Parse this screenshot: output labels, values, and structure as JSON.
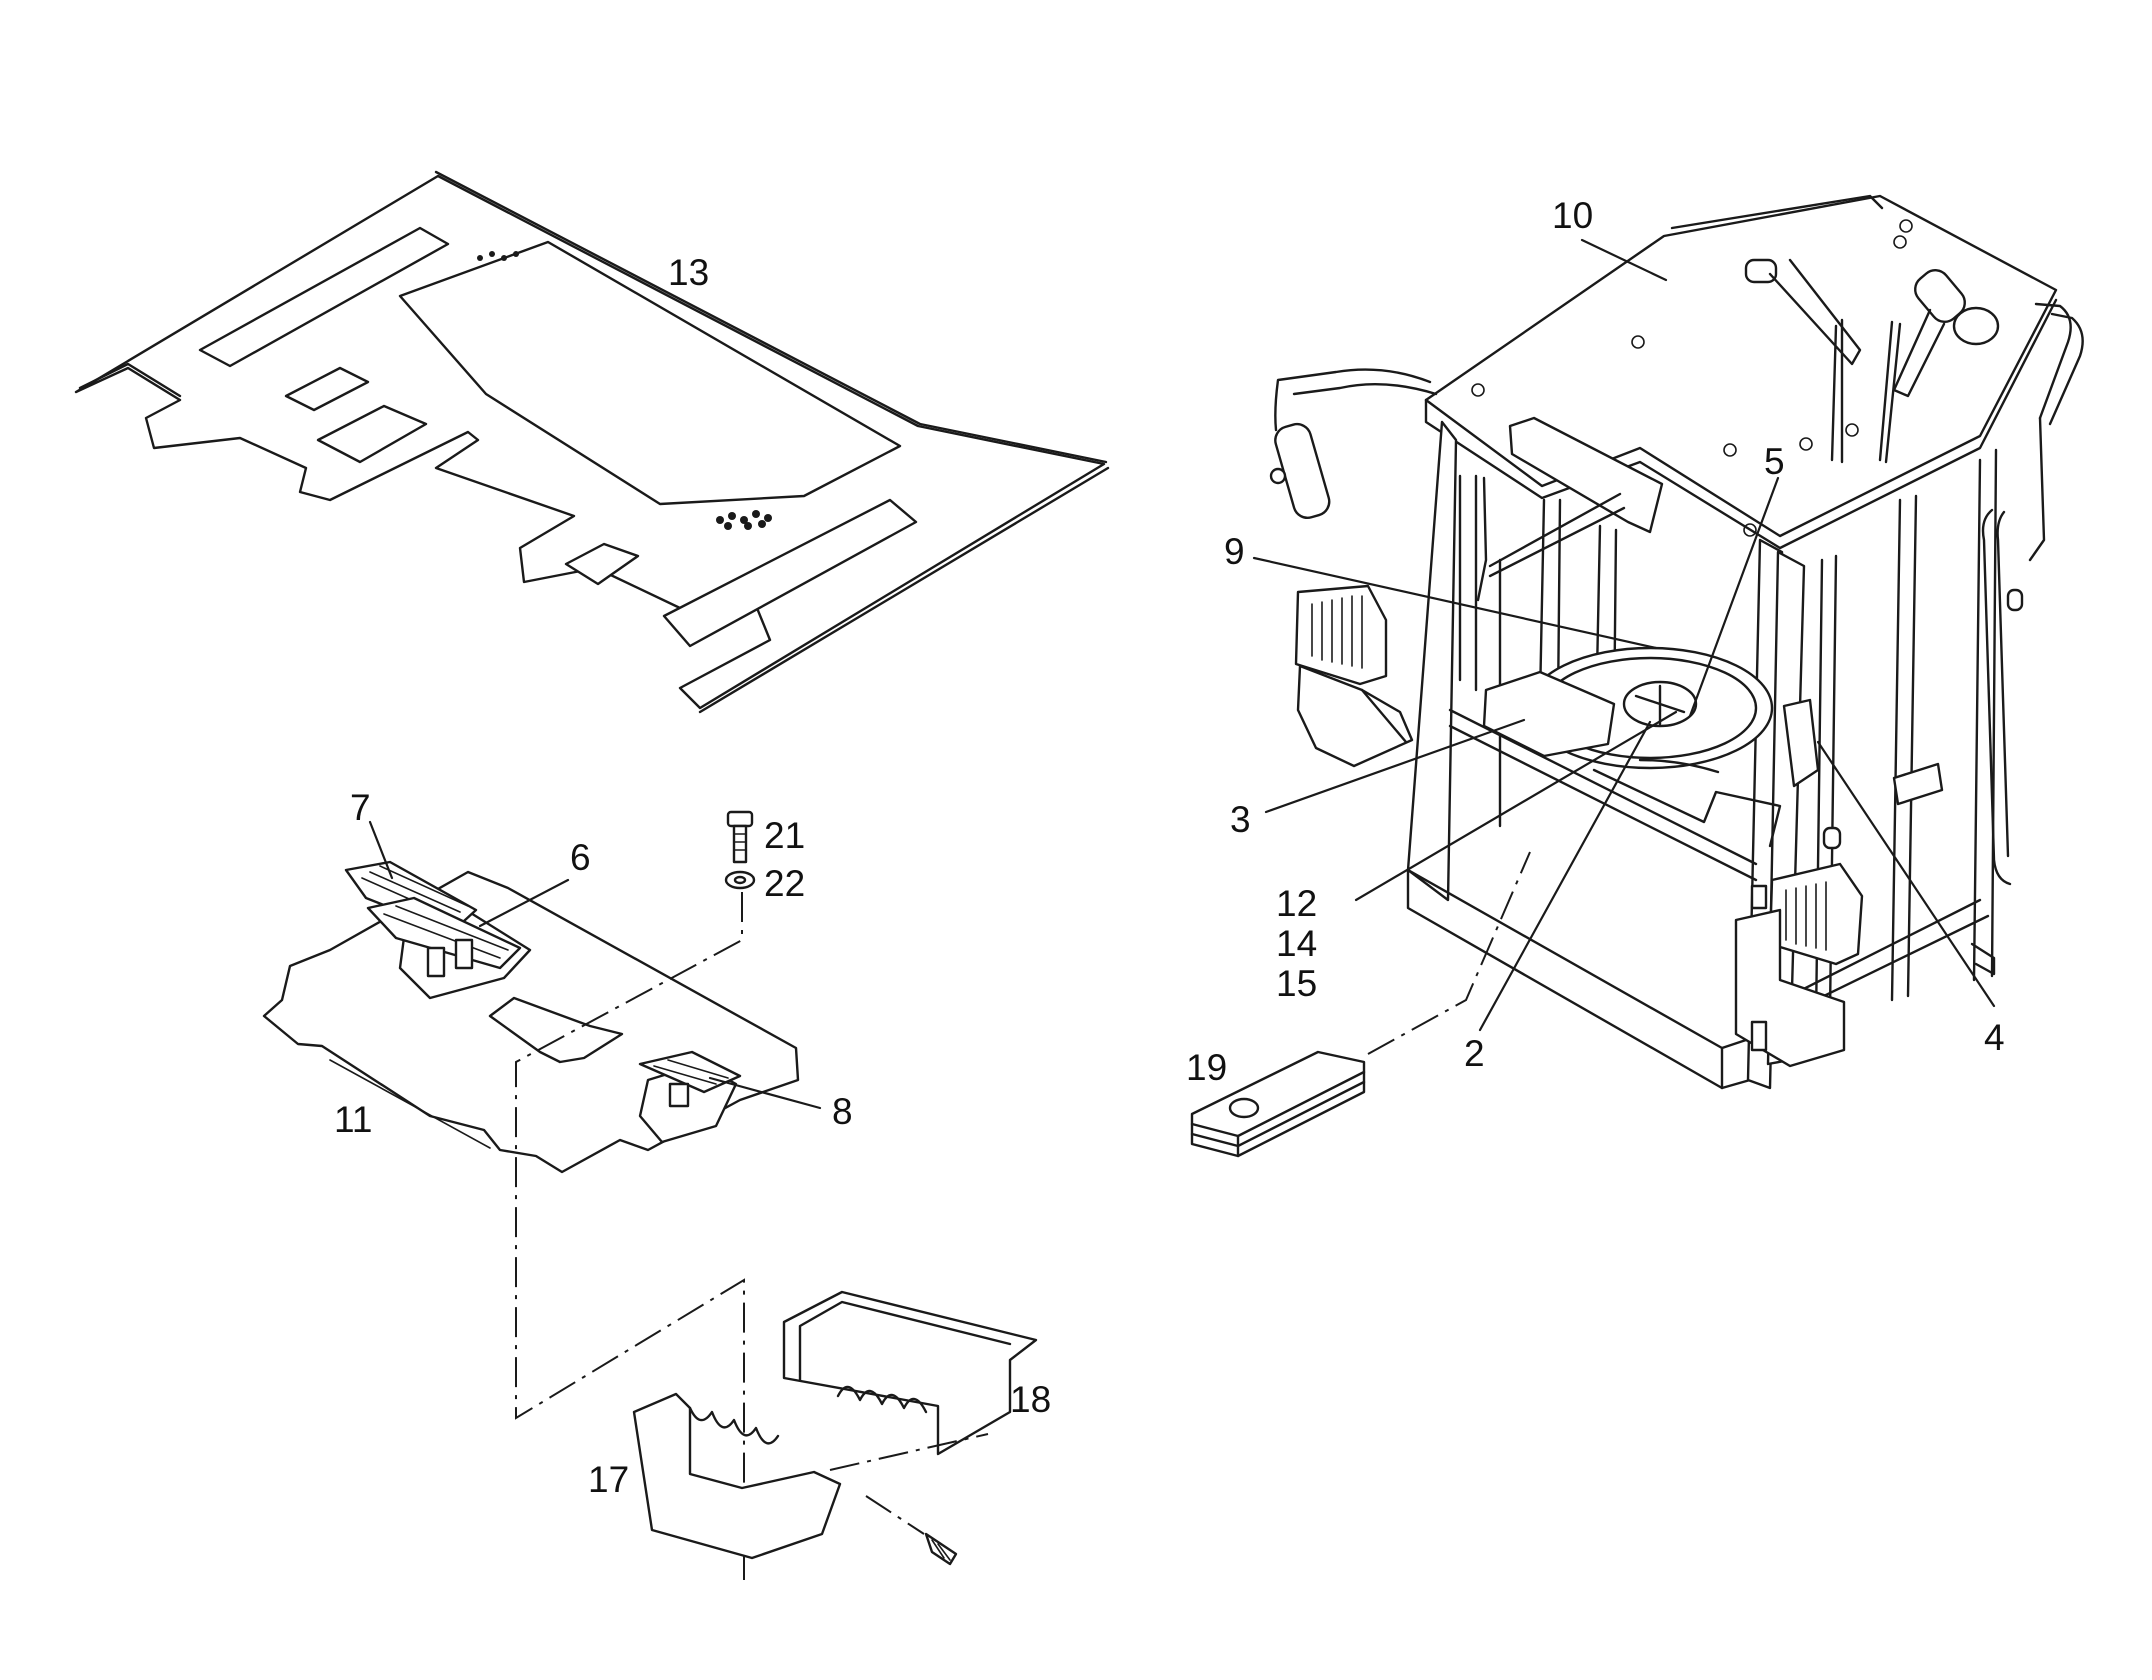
{
  "callouts": {
    "c2": "2",
    "c3": "3",
    "c4": "4",
    "c5": "5",
    "c6": "6",
    "c7": "7",
    "c8": "8",
    "c9": "9",
    "c10": "10",
    "c11": "11",
    "c12": "12",
    "c13": "13",
    "c14": "14",
    "c15": "15",
    "c17": "17",
    "c18": "18",
    "c19": "19",
    "c21": "21",
    "c22": "22"
  }
}
